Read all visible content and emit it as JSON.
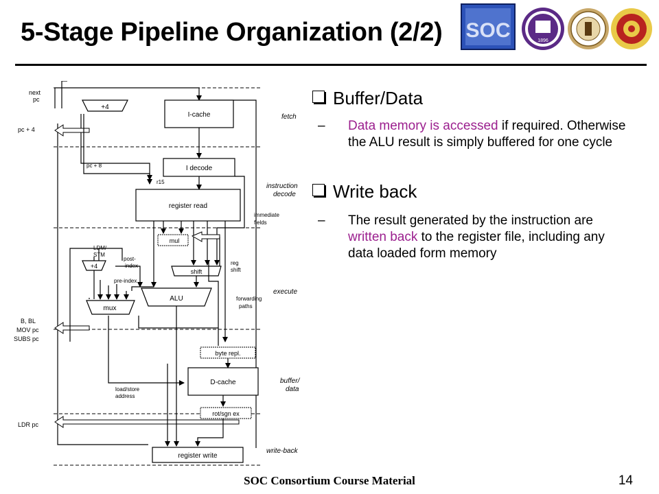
{
  "slide": {
    "title": "5-Stage Pipeline Organization (2/2)",
    "page_number": "14",
    "footer": "SOC Consortium Course Material"
  },
  "logos": {
    "soc_logo": "SOC",
    "nthu_year": "1896"
  },
  "bullets": [
    {
      "heading": "Buffer/Data",
      "dash": "–",
      "text_hl": "Data memory is accessed",
      "text_rest": " if required. Otherwise the ALU result is simply buffered for one cycle"
    },
    {
      "heading": "Write back",
      "dash": "–",
      "text_pre": "The result generated by the instruction are ",
      "text_hl": "written back",
      "text_post": " to the register file, including any data loaded form memory"
    }
  ],
  "diagram": {
    "stages": [
      "fetch",
      "instruction",
      "decode",
      "execute",
      "buffer/",
      "data",
      "write-back"
    ],
    "left_labels": [
      "next",
      "pc",
      "pc + 4",
      "B, BL",
      "MOV pc",
      "SUBS pc",
      "LDR pc"
    ],
    "blocks": {
      "plus4_top": "+4",
      "icache": "I-cache",
      "idecode": "I decode",
      "regread": "register read",
      "mul": "mul",
      "shift": "shift",
      "alu": "ALU",
      "plus4_lower": "+4",
      "mux": "mux",
      "byterepl": "byte repl.",
      "dcache": "D-cache",
      "rotsgn": "rot/sgn ex",
      "regwrite": "register write"
    },
    "annotations": {
      "pc8": "pc + 8",
      "r15": "r15",
      "immediate": "immediate",
      "fields": "fields",
      "ldm": "LDM/",
      "stm": "STM",
      "post": "post-",
      "index": "index",
      "preindex": "pre-index",
      "reg": "reg",
      "shift2": "shift",
      "forwarding": "forwarding",
      "paths": "paths",
      "loadstore": "load/store",
      "address": "address"
    }
  },
  "colors": {
    "highlight": "#9b1f8e",
    "nthu_purple": "#5b2a86",
    "ncku_red": "#b8231f"
  }
}
